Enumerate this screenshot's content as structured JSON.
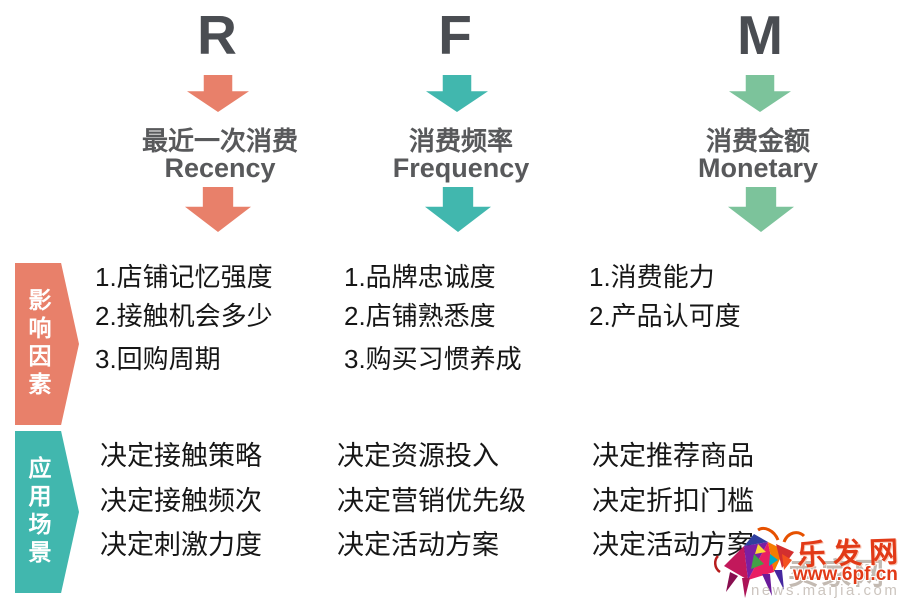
{
  "columns": [
    {
      "letter": "R",
      "title_zh": "最近一次消费",
      "title_en": "Recency",
      "accent_color": "#e8806a",
      "factors": [
        "1.店铺记忆强度",
        "2.接触机会多少",
        "3.回购周期"
      ],
      "scenarios": [
        "决定接触策略",
        "决定接触频次",
        "决定刺激力度"
      ]
    },
    {
      "letter": "F",
      "title_zh": "消费频率",
      "title_en": "Frequency",
      "accent_color": "#41b7ae",
      "factors": [
        "1.品牌忠诚度",
        "2.店铺熟悉度",
        "3.购买习惯养成"
      ],
      "scenarios": [
        "决定资源投入",
        "决定营销优先级",
        "决定活动方案"
      ]
    },
    {
      "letter": "M",
      "title_zh": "消费金额",
      "title_en": "Monetary",
      "accent_color": "#7cc39b",
      "factors": [
        "1.消费能力",
        "2.产品认可度"
      ],
      "scenarios": [
        "决定推荐商品",
        "决定折扣门槛",
        "决定活动方案"
      ]
    }
  ],
  "section_labels": [
    {
      "text": "影响因素",
      "color": "#e8806a"
    },
    {
      "text": "应用场景",
      "color": "#41b7ae"
    }
  ],
  "watermark": {
    "site_name": "乐发网",
    "site_url": "www.6pf.cn",
    "source": "news.maijia.com",
    "overlay_gray_text": "卖家网",
    "bull_icon": "low-poly-bull-icon",
    "name_color": "#e23a17"
  }
}
